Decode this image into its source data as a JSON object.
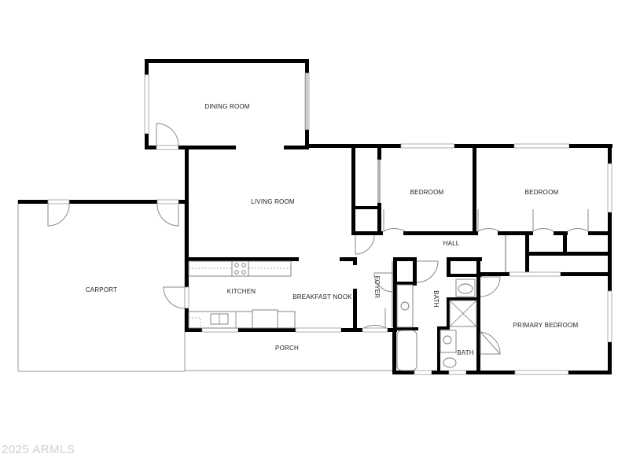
{
  "rooms": {
    "dining_room": "DINING ROOM",
    "living_room": "LIVING ROOM",
    "bedroom_1": "BEDROOM",
    "bedroom_2": "BEDROOM",
    "hall": "HALL",
    "carport": "CARPORT",
    "kitchen": "KITCHEN",
    "breakfast_nook": "BREAKFAST NOOK",
    "foyer": "FOYER",
    "bath_1": "BATH",
    "bath_2": "BATH",
    "primary_bedroom": "PRIMARY BEDROOM",
    "porch": "PORCH"
  },
  "watermark": "2025 ARMLS",
  "colors": {
    "wall": "#000000",
    "fixture": "#888888",
    "watermark": "#cfcfcf"
  }
}
